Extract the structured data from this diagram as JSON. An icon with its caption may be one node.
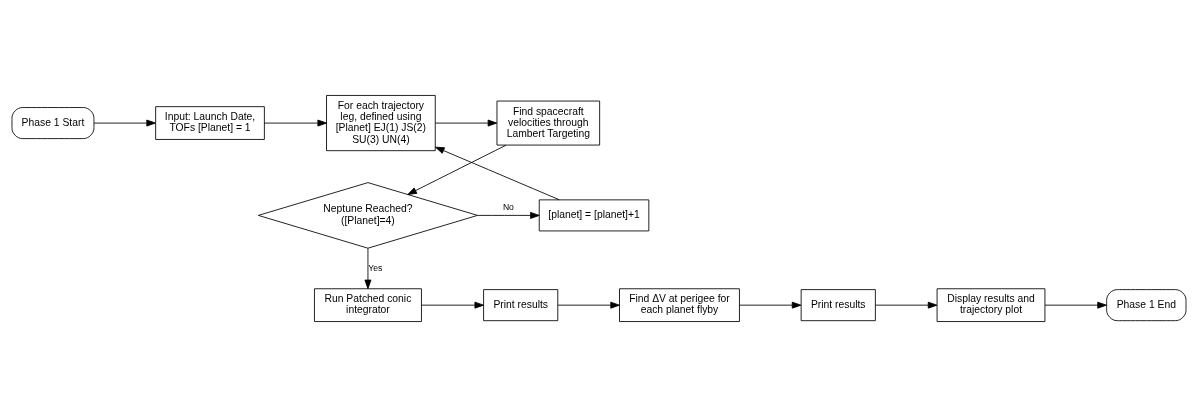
{
  "diagram": {
    "nodes": [
      {
        "text": [
          "Phase 1 Start"
        ]
      },
      {
        "text": [
          "Input: Launch Date, TOFs [Planet] = 1"
        ]
      },
      {
        "text": [
          "For each trajectory leg, defined using [Planet] EJ(1) JS(2) SU(3) UN(4)"
        ]
      },
      {
        "text": [
          "Find spacecraft velocities through Lambert Targeting"
        ]
      },
      {
        "text": [
          "Neptune Reached? ([Planet]=4)"
        ]
      },
      {
        "text": [
          "[planet] = [planet]+1"
        ]
      },
      {
        "text": [
          "Run Patched conic integrator"
        ]
      },
      {
        "text": [
          "Print results"
        ]
      },
      {
        "text": [
          "Find ΔV at perigee for each planet flyby"
        ]
      },
      {
        "text": [
          "Print results"
        ]
      },
      {
        "text": [
          "Display results and trajectory plot"
        ]
      },
      {
        "text": [
          "Phase 1 End"
        ]
      }
    ],
    "edges": [
      {
        "from": 0,
        "to": 1,
        "arrow": "to"
      },
      {
        "from": 1,
        "to": 2,
        "arrow": "to"
      },
      {
        "from": 2,
        "to": 3,
        "arrow": "to"
      },
      {
        "from": 3,
        "to": 4,
        "arrow": "to"
      },
      {
        "from": 4,
        "to": 5,
        "arrow": "to",
        "label": "No"
      },
      {
        "from": 5,
        "to": 2,
        "arrow": "to"
      },
      {
        "from": 4,
        "to": 6,
        "arrow": "to",
        "label": "Yes"
      },
      {
        "from": 6,
        "to": 7,
        "arrow": "to"
      },
      {
        "from": 7,
        "to": 8,
        "arrow": "to"
      },
      {
        "from": 8,
        "to": 9,
        "arrow": "to"
      },
      {
        "from": 9,
        "to": 10,
        "arrow": "to"
      },
      {
        "from": 10,
        "to": 11,
        "arrow": "to"
      }
    ]
  }
}
